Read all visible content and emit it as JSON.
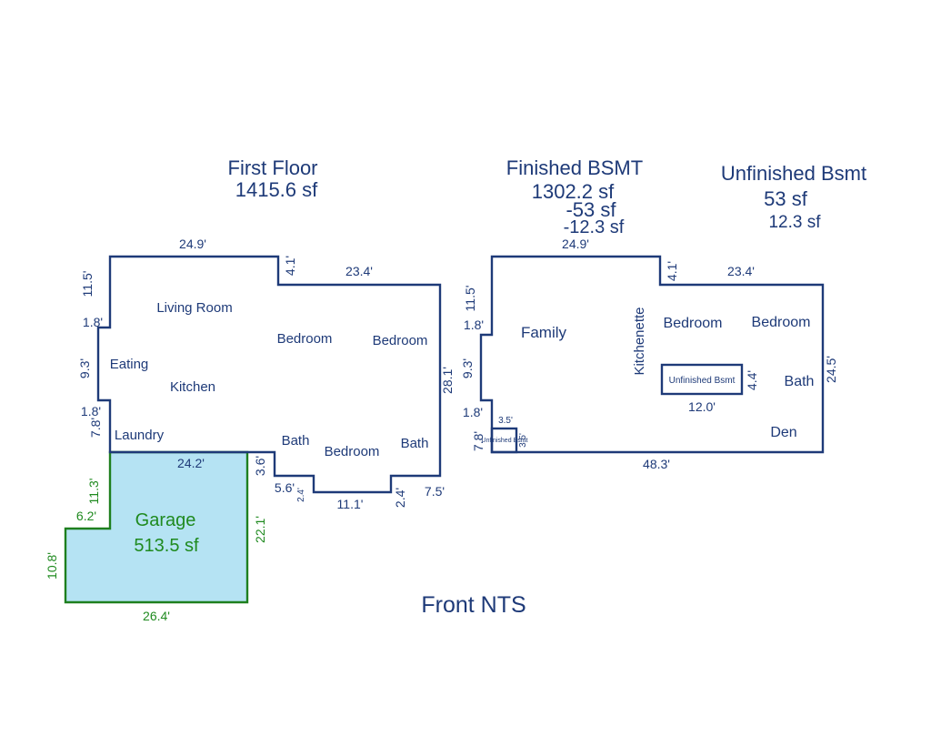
{
  "first_floor": {
    "title": "First Floor",
    "area": "1415.6 sf",
    "rooms": {
      "living_room": "Living Room",
      "eating": "Eating",
      "kitchen": "Kitchen",
      "laundry": "Laundry",
      "bedroom_1": "Bedroom",
      "bedroom_2": "Bedroom",
      "bedroom_3": "Bedroom",
      "bath_1": "Bath",
      "bath_2": "Bath"
    },
    "dims": {
      "top": "24.9'",
      "top_step": "4.1'",
      "top_right": "23.4'",
      "left_top": "11.5'",
      "left_jog_1": "1.8'",
      "left_mid": "9.3'",
      "left_jog_2": "1.8'",
      "left_bottom": "7.8'",
      "right": "28.1'",
      "garage_top": "24.2'",
      "step_1": "3.6'",
      "step_2": "5.6'",
      "step_3": "2.4'",
      "bottom_mid": "11.1'",
      "step_4": "2.4'",
      "step_5": "7.5'"
    }
  },
  "garage": {
    "label": "Garage",
    "area": "513.5 sf",
    "dims": {
      "left_upper": "11.3'",
      "jog": "6.2'",
      "left_lower": "10.8'",
      "right": "22.1'",
      "bottom": "26.4'"
    }
  },
  "finished_bsmt": {
    "title": "Finished BSMT",
    "area": "1302.2 sf",
    "deduct_1": "-53 sf",
    "deduct_2": "-12.3 sf",
    "rooms": {
      "family": "Family",
      "kitchenette": "Kitchenette",
      "bedroom_1": "Bedroom",
      "bedroom_2": "Bedroom",
      "bath": "Bath",
      "den": "Den",
      "unfinished_inner": "Unfinished Bsmt",
      "unfinished_corner": "Unfinished Bsmt"
    },
    "dims": {
      "top": "24.9'",
      "top_step": "4.1'",
      "top_right": "23.4'",
      "left_top": "11.5'",
      "left_jog_1": "1.8'",
      "left_mid": "9.3'",
      "left_jog_2": "1.8'",
      "left_bottom": "7.8'",
      "right": "24.5'",
      "bottom": "48.3'",
      "inner_width": "12.0'",
      "inner_height": "4.4'",
      "corner_width": "3.5'",
      "corner_height": "3.5'"
    }
  },
  "unfinished_bsmt": {
    "title": "Unfinished Bsmt",
    "area_1": "53 sf",
    "area_2": "12.3 sf"
  },
  "footer": {
    "label": "Front NTS"
  }
}
